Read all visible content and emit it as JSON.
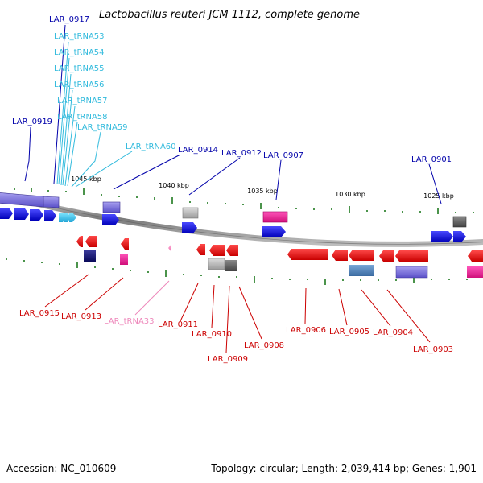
{
  "title": "Lactobacillus reuteri JCM 1112, complete genome",
  "footer": {
    "accession": "Accession: NC_010609",
    "summary": "Topology: circular; Length: 2,039,414 bp; Genes: 1,901"
  },
  "colors": {
    "top_label": "#0000aa",
    "trna_label": "#33bbdd",
    "bottom_label": "#cc0000",
    "bottom_trna_label": "#ee88bb",
    "forward_gene": "#1a1aee",
    "reverse_gene": "#ee1111",
    "backbone": "#888888",
    "tick": "#1e7a1e"
  },
  "kbp_labels": [
    "1045 kbp",
    "1040 kbp",
    "1035 kbp",
    "1030 kbp",
    "1025 kbp"
  ],
  "top_labels": [
    {
      "text": "LAR_0917",
      "kind": "gene"
    },
    {
      "text": "LAR_tRNA53",
      "kind": "trna"
    },
    {
      "text": "LAR_tRNA54",
      "kind": "trna"
    },
    {
      "text": "LAR_tRNA55",
      "kind": "trna"
    },
    {
      "text": "LAR_tRNA56",
      "kind": "trna"
    },
    {
      "text": "LAR_tRNA57",
      "kind": "trna"
    },
    {
      "text": "LAR_tRNA58",
      "kind": "trna"
    },
    {
      "text": "LAR_tRNA59",
      "kind": "trna"
    },
    {
      "text": "LAR_0919",
      "kind": "gene"
    },
    {
      "text": "LAR_tRNA60",
      "kind": "trna"
    },
    {
      "text": "LAR_0914",
      "kind": "gene"
    },
    {
      "text": "LAR_0912",
      "kind": "gene"
    },
    {
      "text": "LAR_0907",
      "kind": "gene"
    },
    {
      "text": "LAR_0901",
      "kind": "gene"
    }
  ],
  "bottom_labels": [
    {
      "text": "LAR_0915",
      "kind": "gene"
    },
    {
      "text": "LAR_0913",
      "kind": "gene"
    },
    {
      "text": "LAR_tRNA33",
      "kind": "trna"
    },
    {
      "text": "LAR_0911",
      "kind": "gene"
    },
    {
      "text": "LAR_0910",
      "kind": "gene"
    },
    {
      "text": "LAR_0909",
      "kind": "gene"
    },
    {
      "text": "LAR_0908",
      "kind": "gene"
    },
    {
      "text": "LAR_0906",
      "kind": "gene"
    },
    {
      "text": "LAR_0905",
      "kind": "gene"
    },
    {
      "text": "LAR_0904",
      "kind": "gene"
    },
    {
      "text": "LAR_0903",
      "kind": "gene"
    }
  ]
}
